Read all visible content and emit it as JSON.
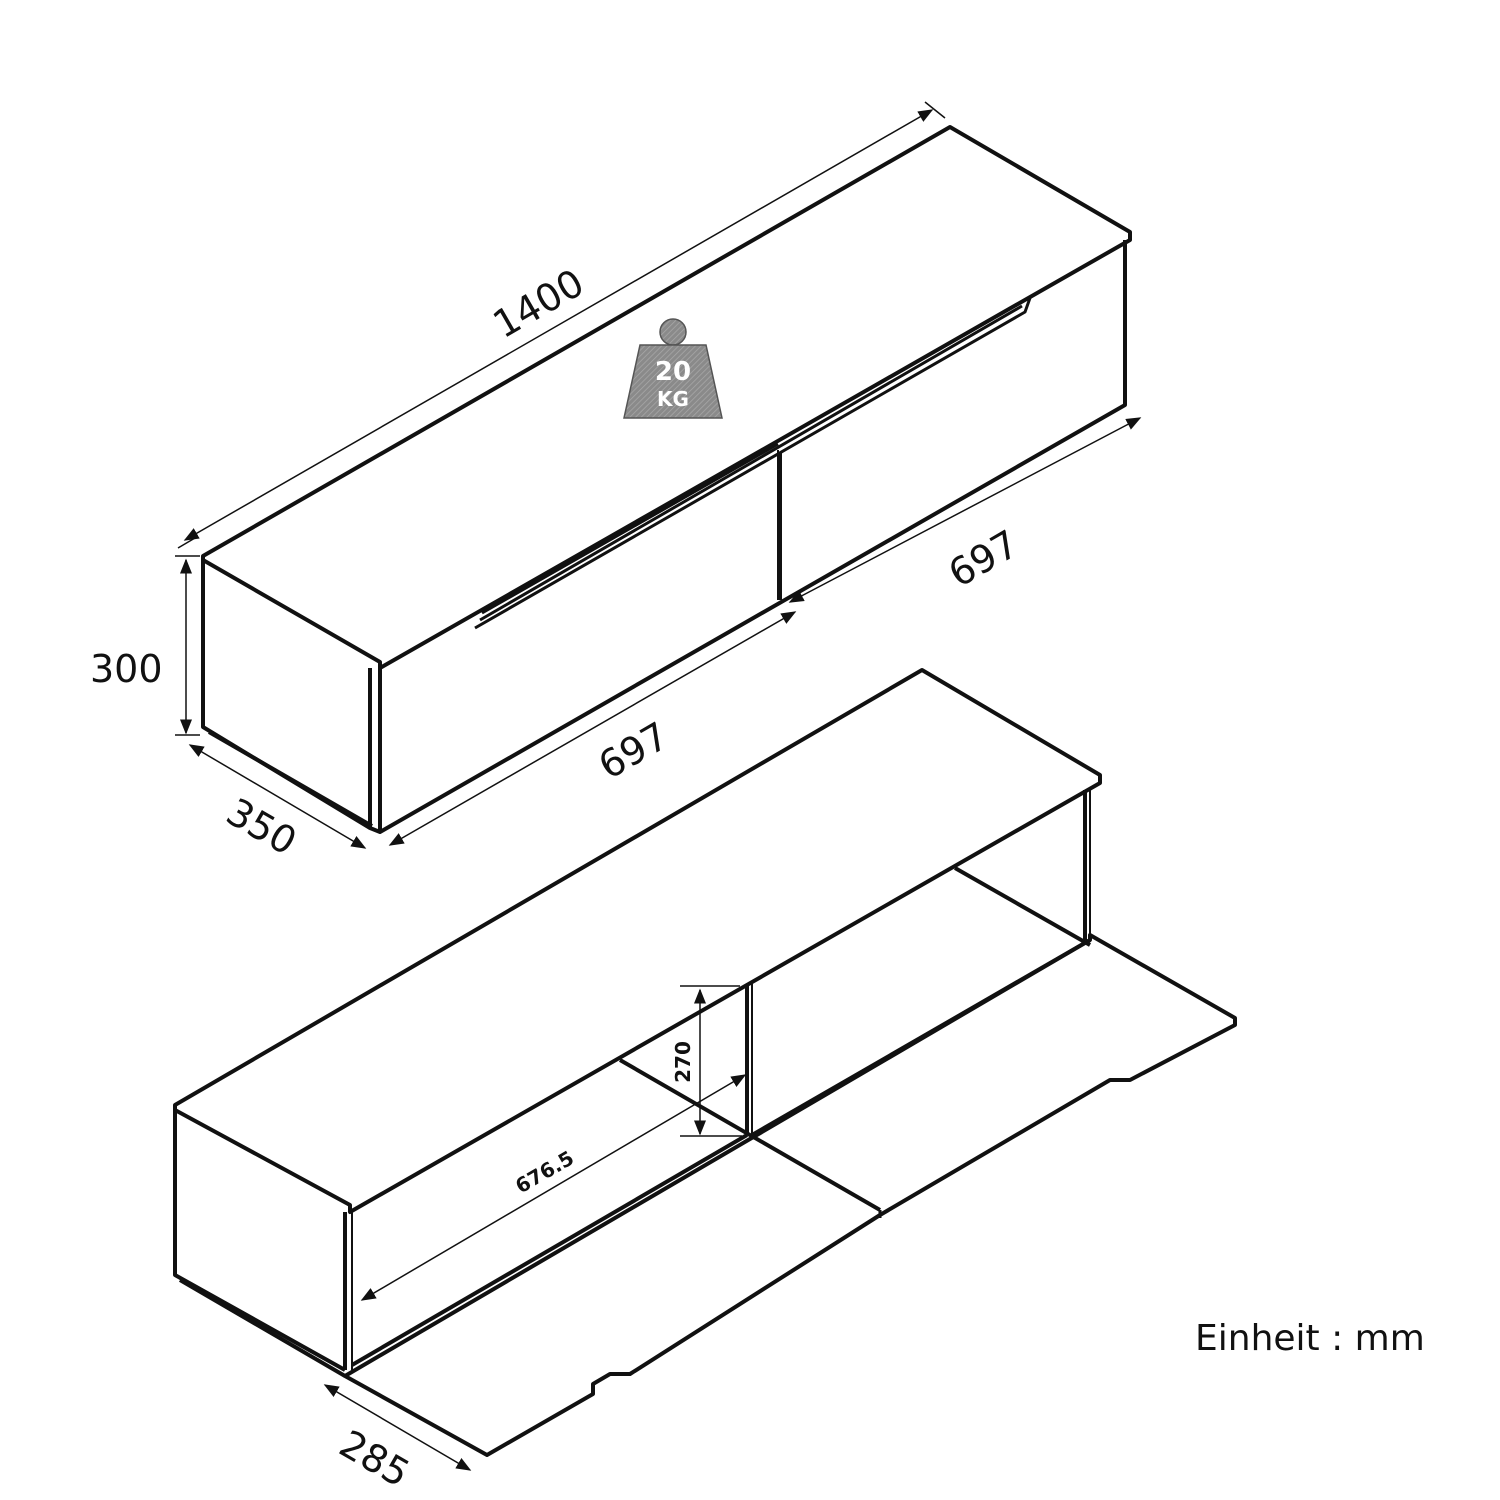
{
  "dimensions": {
    "total_width": "1400",
    "height": "300",
    "depth": "350",
    "door_left_width": "697",
    "door_right_width": "697",
    "inner_width": "676.5",
    "inner_height": "270",
    "flap_depth": "285"
  },
  "weight_badge": {
    "value": "20",
    "unit": "KG"
  },
  "unit_label": "Einheit : mm",
  "colors": {
    "line": "#111111",
    "badge": "#8a8a8a"
  }
}
